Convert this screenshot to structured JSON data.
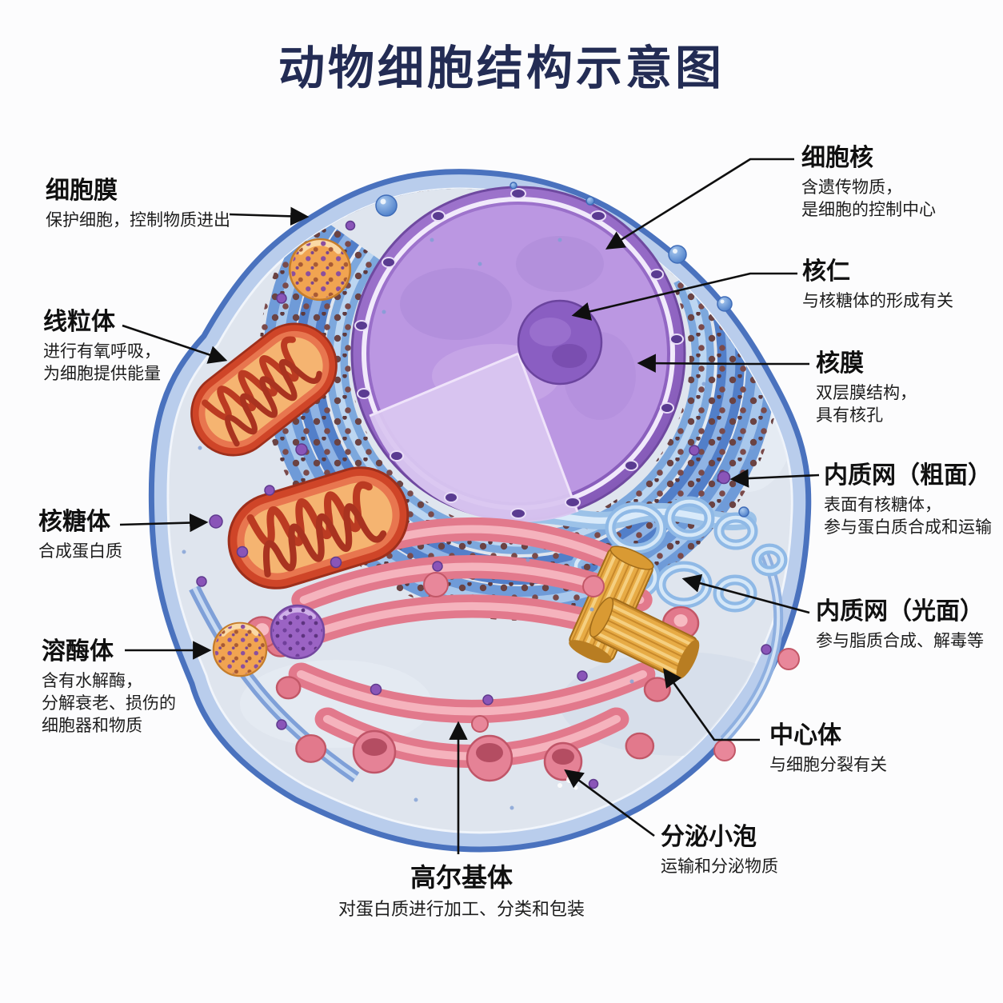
{
  "title": "动物细胞结构示意图",
  "colors": {
    "title_text": "#232c54",
    "label_text": "#141414",
    "arrow": "#0f0f0f",
    "membrane_outline": "#4a72be",
    "membrane_band": "#b9cdec",
    "cytoplasm": "#dfe5ee",
    "nucleus_outer": "#9267c4",
    "nucleoplasm": "#bb97e2",
    "nucleolus": "#8a5ec2",
    "rough_er": "#527fc9",
    "er_ribosome_dot": "#6b4343",
    "smooth_er": "#8fb9e6",
    "mitochondrion": "#cf4528",
    "mitochondrion_matrix": "#f5b471",
    "golgi": "#e2798c",
    "centriole": "#e7ab45",
    "lysosome": "#f1a451",
    "ribosome_dot": "#8a55b8",
    "vesicle_pink": "#e58296",
    "sphere_blue": "#5b8fd6"
  },
  "labels": {
    "cell_membrane": {
      "name": "细胞膜",
      "desc": "保护细胞，控制物质进出"
    },
    "mitochondria": {
      "name": "线粒体",
      "desc": "进行有氧呼吸，\n为细胞提供能量"
    },
    "ribosome": {
      "name": "核糖体",
      "desc": "合成蛋白质"
    },
    "lysosome": {
      "name": "溶酶体",
      "desc": "含有水解酶，\n分解衰老、损伤的\n细胞器和物质"
    },
    "nucleus": {
      "name": "细胞核",
      "desc": "含遗传物质，\n是细胞的控制中心"
    },
    "nucleolus": {
      "name": "核仁",
      "desc": "与核糖体的形成有关"
    },
    "nuclear_membrane": {
      "name": "核膜",
      "desc": "双层膜结构，\n具有核孔"
    },
    "rough_er": {
      "name": "内质网（粗面）",
      "desc": "表面有核糖体，\n参与蛋白质合成和运输"
    },
    "smooth_er": {
      "name": "内质网（光面）",
      "desc": "参与脂质合成、解毒等"
    },
    "centrosome": {
      "name": "中心体",
      "desc": "与细胞分裂有关"
    },
    "secretory_vesicle": {
      "name": "分泌小泡",
      "desc": "运输和分泌物质"
    },
    "golgi": {
      "name": "高尔基体",
      "desc": "对蛋白质进行加工、分类和包装"
    }
  }
}
